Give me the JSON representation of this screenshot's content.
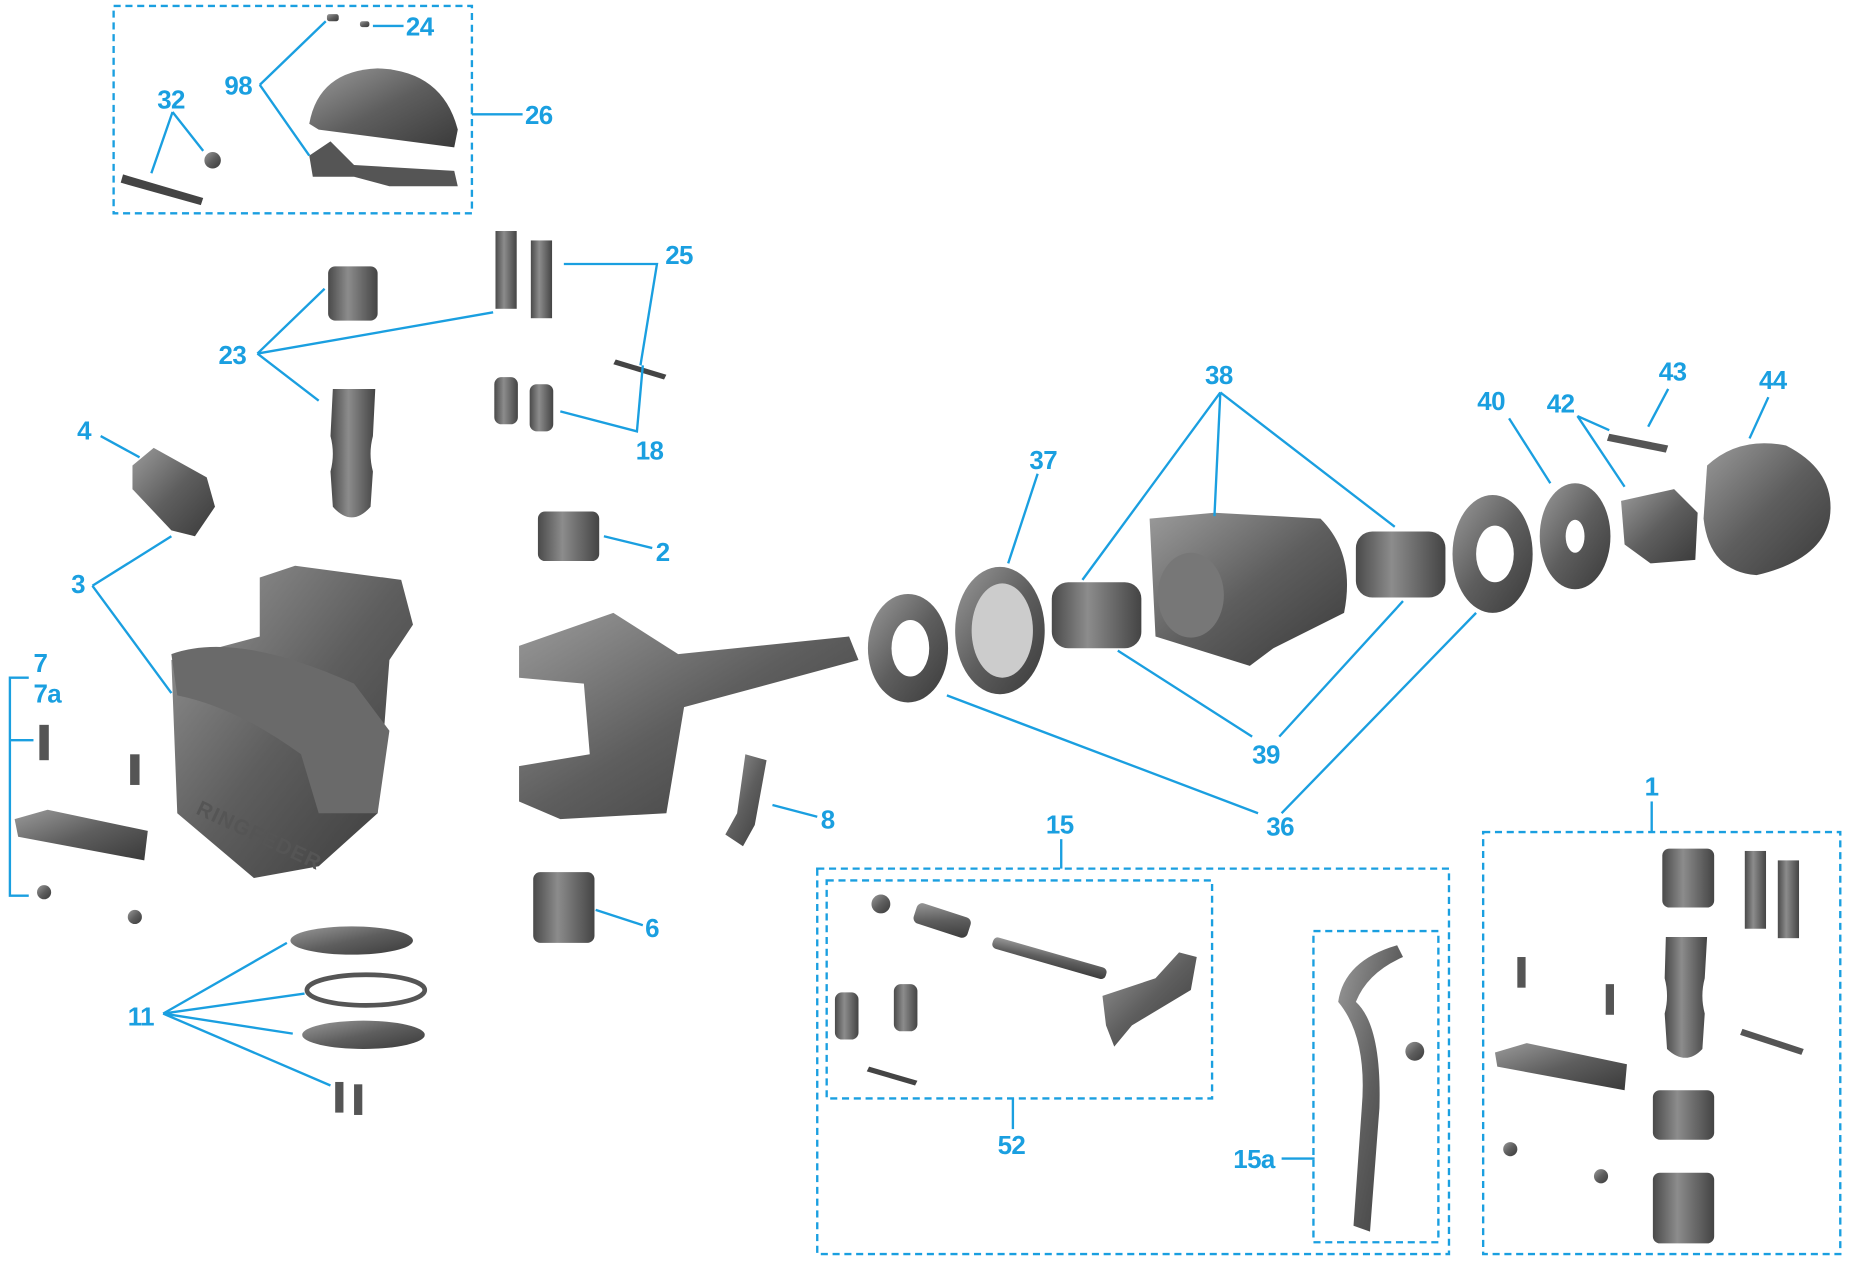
{
  "diagram": {
    "brand_mark": "RINGFEDER",
    "accent_color": "#1a9fe0",
    "labels": {
      "l24": "24",
      "l98": "98",
      "l26": "26",
      "l32": "32",
      "l25": "25",
      "l23": "23",
      "l18": "18",
      "l4": "4",
      "l2": "2",
      "l3": "3",
      "l7": "7",
      "l7a": "7a",
      "l8": "8",
      "l6": "6",
      "l11": "11",
      "l37": "37",
      "l38": "38",
      "l39": "39",
      "l36": "36",
      "l40": "40",
      "l42": "42",
      "l43": "43",
      "l44": "44",
      "l15": "15",
      "l52": "52",
      "l15a": "15a",
      "l1": "1"
    }
  }
}
